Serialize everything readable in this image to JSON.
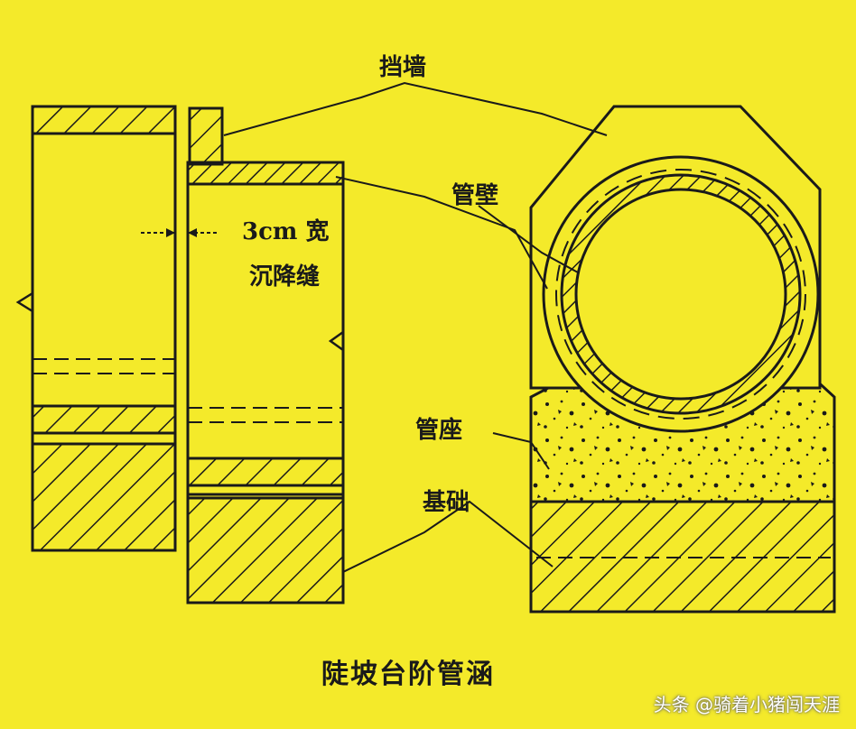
{
  "labels": {
    "retaining_wall": "挡墙",
    "pipe_wall": "管壁",
    "gap_line1": "3cm 宽",
    "gap_line2": "沉降缝",
    "pipe_seat": "管座",
    "foundation": "基础"
  },
  "caption": "陡坡台阶管涵",
  "watermark": "头条 @骑着小猪闯天涯",
  "colors": {
    "background": "#f4ea2a",
    "ink": "#1a1a1a"
  }
}
